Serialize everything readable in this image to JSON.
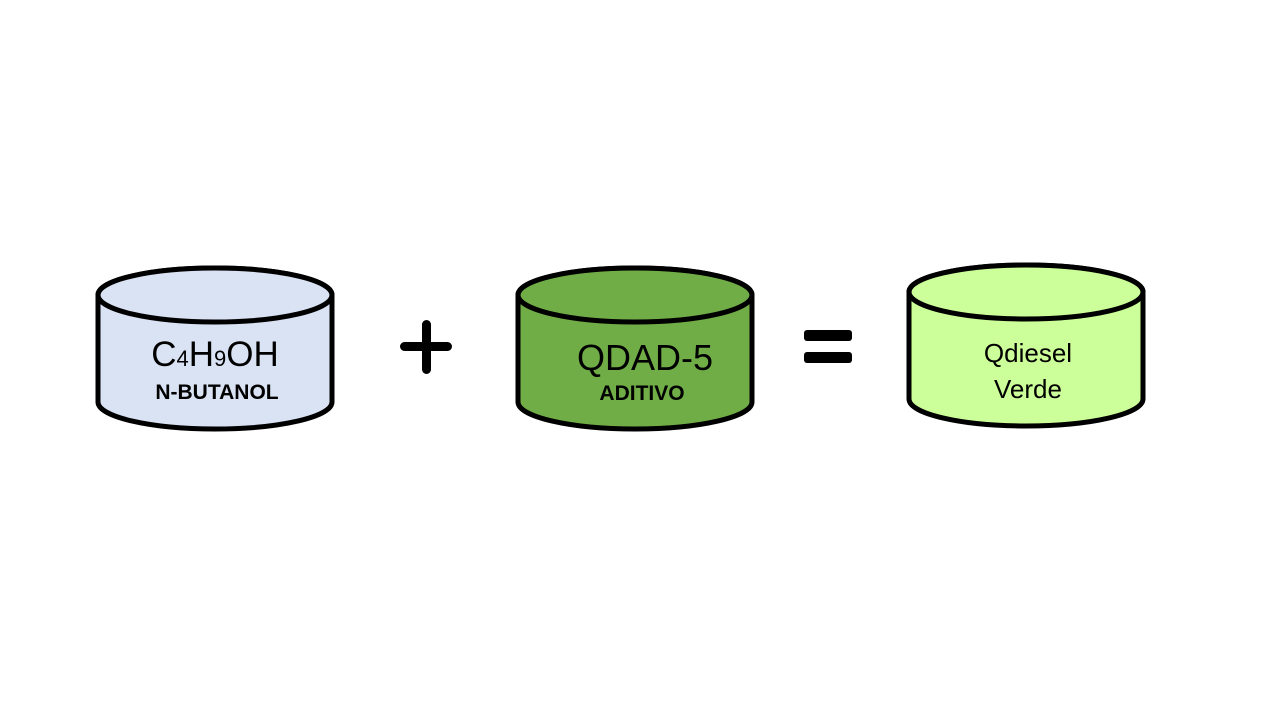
{
  "inputs": [
    {
      "formula": {
        "c": "C",
        "c_count": "4",
        "h": "H",
        "h_count": "9",
        "oh": "OH"
      },
      "name": "N-BUTANOL",
      "fill": "#dae3f3"
    },
    {
      "code": "QDAD-5",
      "name": "ADITIVO",
      "fill": "#70ad47"
    }
  ],
  "result": {
    "line1": "Qdiesel",
    "line2": "Verde",
    "fill": "#ccff99"
  },
  "operators": {
    "plus": "+",
    "equals": "="
  },
  "colors": {
    "stroke": "#000000",
    "background": "#ffffff"
  }
}
